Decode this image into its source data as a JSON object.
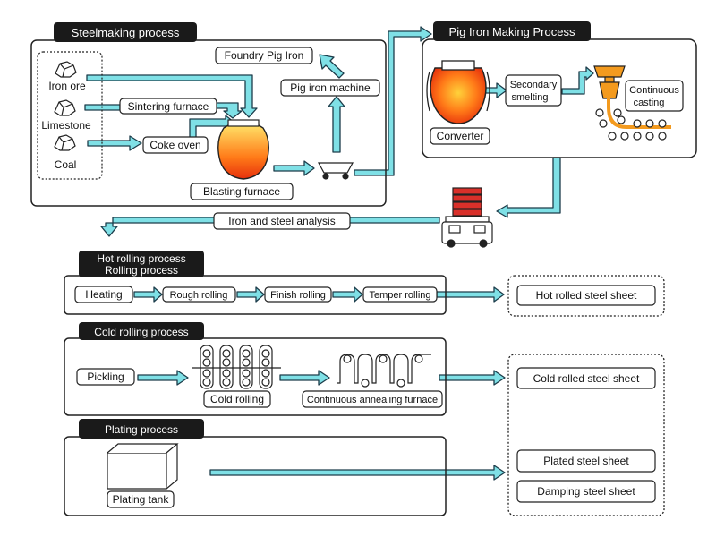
{
  "colors": {
    "arrow_fill": "#7fe0e6",
    "arrow_outline": "#1c3c4a",
    "header_bg": "#1a1a1a",
    "steel_orange": "#f39a1e",
    "furnace_hot": "#ff5a10"
  },
  "steelmaking": {
    "title": "Steelmaking process",
    "iron_ore": "Iron ore",
    "limestone": "Limestone",
    "coal": "Coal",
    "sintering_furnace": "Sintering furnace",
    "coke_oven": "Coke oven",
    "blasting_furnace": "Blasting furnace",
    "foundry_pig_iron": "Foundry Pig Iron",
    "pig_iron_machine": "Pig iron machine"
  },
  "pig_iron": {
    "title": "Pig Iron Making Process",
    "converter": "Converter",
    "secondary_smelting_line1": "Secondary",
    "secondary_smelting_line2": "smelting",
    "continuous_casting_line1": "Continuous",
    "continuous_casting_line2": "casting"
  },
  "analysis": {
    "label": "Iron and steel analysis"
  },
  "hot_rolling": {
    "title_line1": "Hot rolling process",
    "title_line2": "Rolling process",
    "steps": [
      "Heating",
      "Rough rolling",
      "Finish rolling",
      "Temper rolling"
    ],
    "output": "Hot rolled steel sheet"
  },
  "cold_rolling": {
    "title": "Cold rolling process",
    "pickling": "Pickling",
    "cold_rolling": "Cold rolling",
    "annealing": "Continuous annealing furnace",
    "output": "Cold rolled steel sheet"
  },
  "plating": {
    "title": "Plating process",
    "tank": "Plating tank",
    "output_plated": "Plated steel sheet",
    "output_damping": "Damping steel sheet"
  }
}
